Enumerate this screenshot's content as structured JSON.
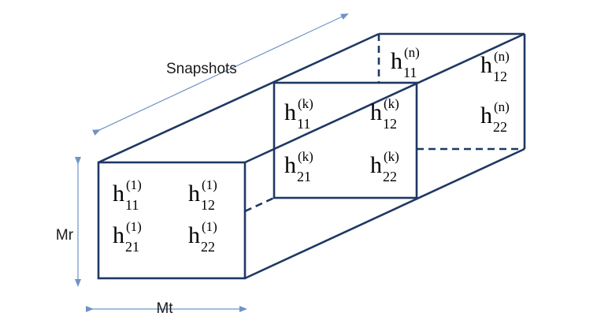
{
  "labels": {
    "snapshots": "Snapshots",
    "mr": "Mr",
    "mt": "Mt"
  },
  "entries": [
    {
      "base": "h",
      "sub": "11",
      "sup": "(1)"
    },
    {
      "base": "h",
      "sub": "12",
      "sup": "(1)"
    },
    {
      "base": "h",
      "sub": "21",
      "sup": "(1)"
    },
    {
      "base": "h",
      "sub": "22",
      "sup": "(1)"
    },
    {
      "base": "h",
      "sub": "11",
      "sup": "(k)"
    },
    {
      "base": "h",
      "sub": "12",
      "sup": "(k)"
    },
    {
      "base": "h",
      "sub": "21",
      "sup": "(k)"
    },
    {
      "base": "h",
      "sub": "22",
      "sup": "(k)"
    },
    {
      "base": "h",
      "sub": "11",
      "sup": "(n)"
    },
    {
      "base": "h",
      "sub": "12",
      "sup": "(n)"
    },
    {
      "base": "h",
      "sub": "22",
      "sup": "(n)"
    }
  ]
}
